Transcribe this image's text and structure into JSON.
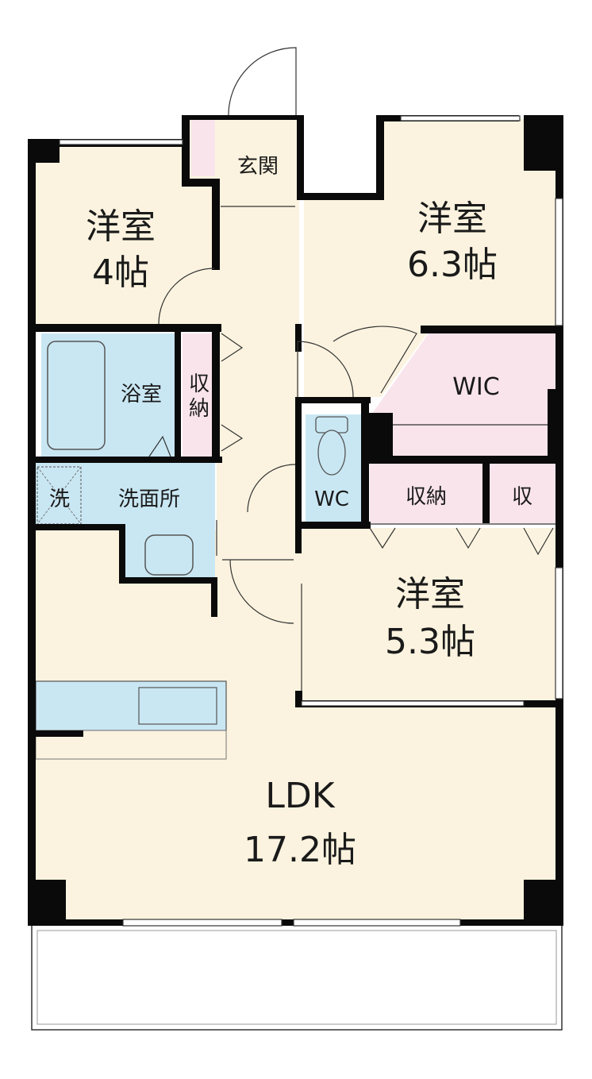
{
  "colors": {
    "room": "#fbf3df",
    "wet": "#c9e7f3",
    "storage": "#f9e4ec",
    "wall": "#0a0a0a",
    "balcony": "#ffffff"
  },
  "rooms": {
    "western_4": {
      "name": "洋室",
      "size": "4帖"
    },
    "western_63": {
      "name": "洋室",
      "size": "6.3帖"
    },
    "western_53": {
      "name": "洋室",
      "size": "5.3帖"
    },
    "ldk": {
      "name": "LDK",
      "size": "17.2帖"
    }
  },
  "labels": {
    "entrance": "玄関",
    "bathroom": "浴室",
    "storage_vertical": "収納",
    "laundry": "洗",
    "washroom": "洗面所",
    "wic": "WIC",
    "wc": "WC",
    "storage": "収納",
    "storage_short": "収"
  }
}
